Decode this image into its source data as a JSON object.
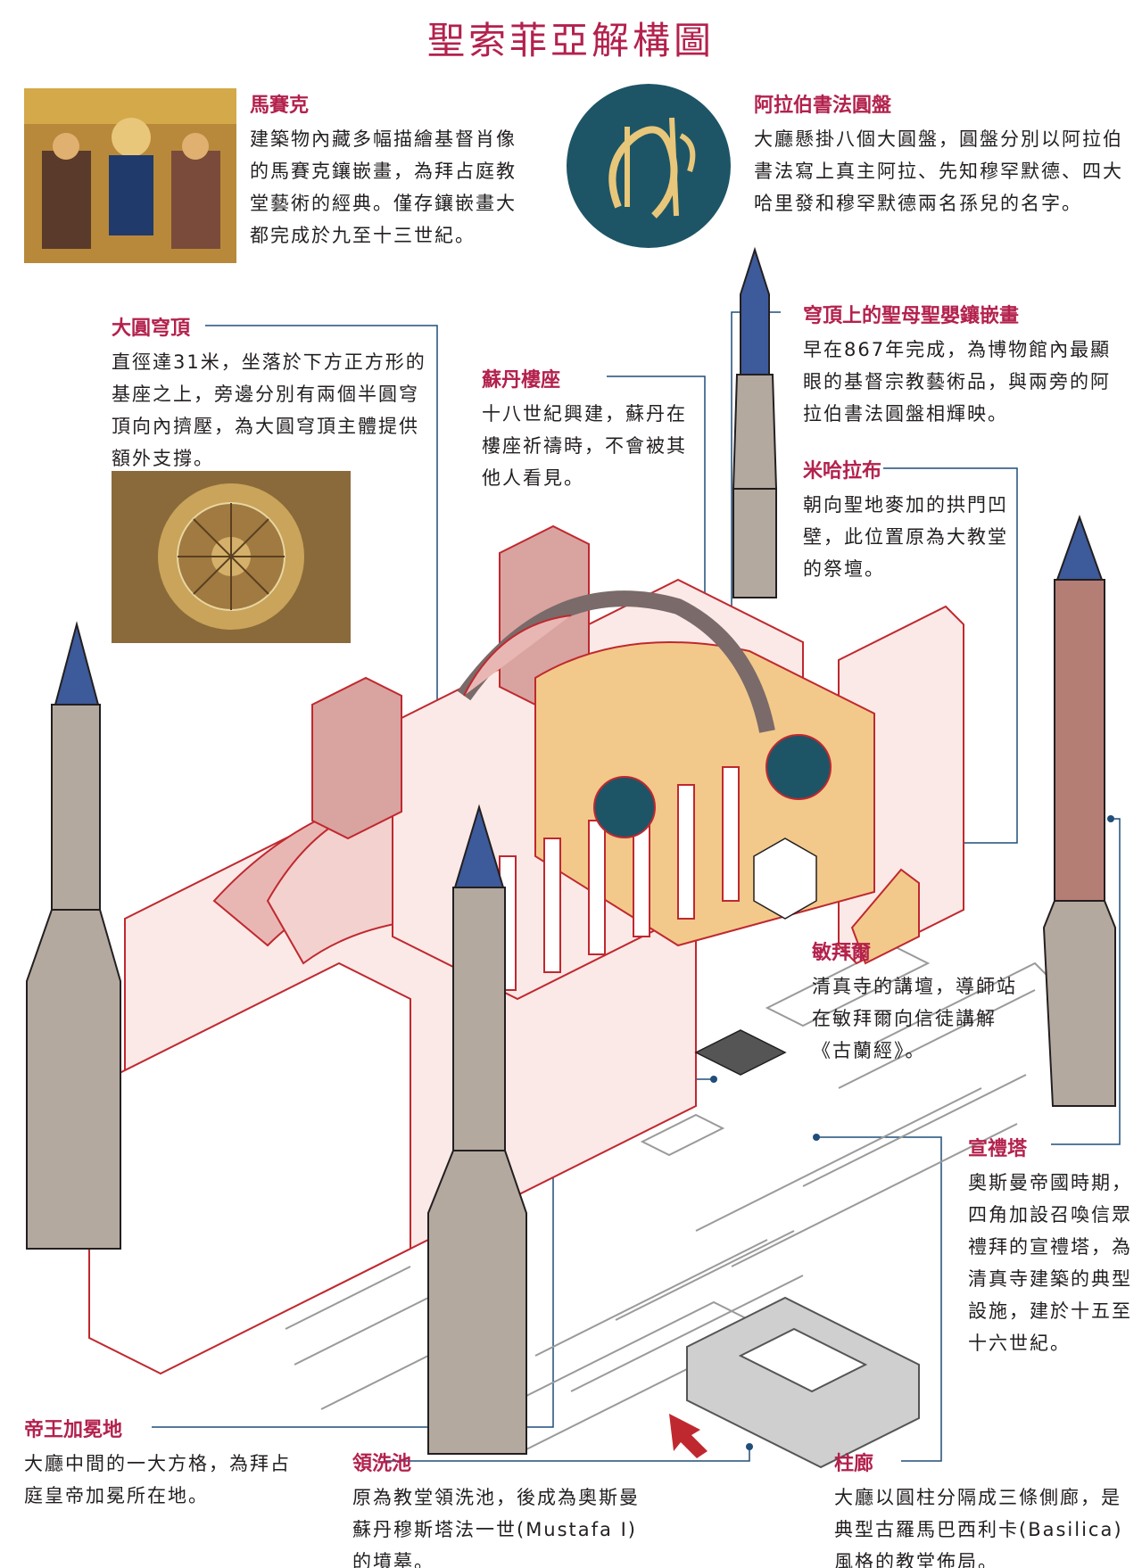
{
  "title": "聖索菲亞解構圖",
  "callouts": {
    "mosaic": {
      "title": "馬賽克",
      "body": "建築物內藏多幅描繪基督肖像的馬賽克鑲嵌畫，為拜占庭教堂藝術的經典。僅存鑲嵌畫大都完成於九至十三世紀。"
    },
    "calligraphy": {
      "title": "阿拉伯書法圓盤",
      "body": "大廳懸掛八個大圓盤，圓盤分別以阿拉伯書法寫上真主阿拉、先知穆罕默德、四大哈里發和穆罕默德兩名孫兒的名字。"
    },
    "dome": {
      "title": "大圓穹頂",
      "body": "直徑達31米，坐落於下方正方形的基座之上，旁邊分別有兩個半圓穹頂向內擠壓，為大圓穹頂主體提供額外支撐。"
    },
    "sultan_loge": {
      "title": "蘇丹樓座",
      "body": "十八世紀興建，蘇丹在樓座祈禱時，不會被其他人看見。"
    },
    "apse_mosaic": {
      "title": "穹頂上的聖母聖嬰鑲嵌畫",
      "body": "早在867年完成，為博物館內最顯眼的基督宗教藝術品，與兩旁的阿拉伯書法圓盤相輝映。"
    },
    "mihrab": {
      "title": "米哈拉布",
      "body": "朝向聖地麥加的拱門凹壁，此位置原為大教堂的祭壇。"
    },
    "minbar": {
      "title": "敏拜爾",
      "body": "清真寺的講壇，導師站在敏拜爾向信徒講解《古蘭經》。"
    },
    "minaret": {
      "title": "宣禮塔",
      "body": "奧斯曼帝國時期，四角加設召喚信眾禮拜的宣禮塔，為清真寺建築的典型設施，建於十五至十六世紀。"
    },
    "omphalion": {
      "title": "帝王加冕地",
      "body": "大廳中間的一大方格，為拜占庭皇帝加冕所在地。"
    },
    "ablution": {
      "title": "領洗池",
      "body": "原為教堂領洗池，後成為奧斯曼蘇丹穆斯塔法一世(Mustafa I)的墳墓。"
    },
    "colonnade": {
      "title": "柱廊",
      "body": "大廳以圓柱分隔成三條側廊，是典型古羅馬巴西利卡(Basilica)風格的教堂佈局。"
    }
  },
  "colors": {
    "accent": "#b3214d",
    "outline": "#c0282f",
    "line": "#1f4e79",
    "minaret_body": "#b4a99f",
    "minaret_cap": "#3d5a9a",
    "gold": "#f2c98a",
    "roof": "#e8b7b3",
    "medallion": "#1d5566"
  }
}
